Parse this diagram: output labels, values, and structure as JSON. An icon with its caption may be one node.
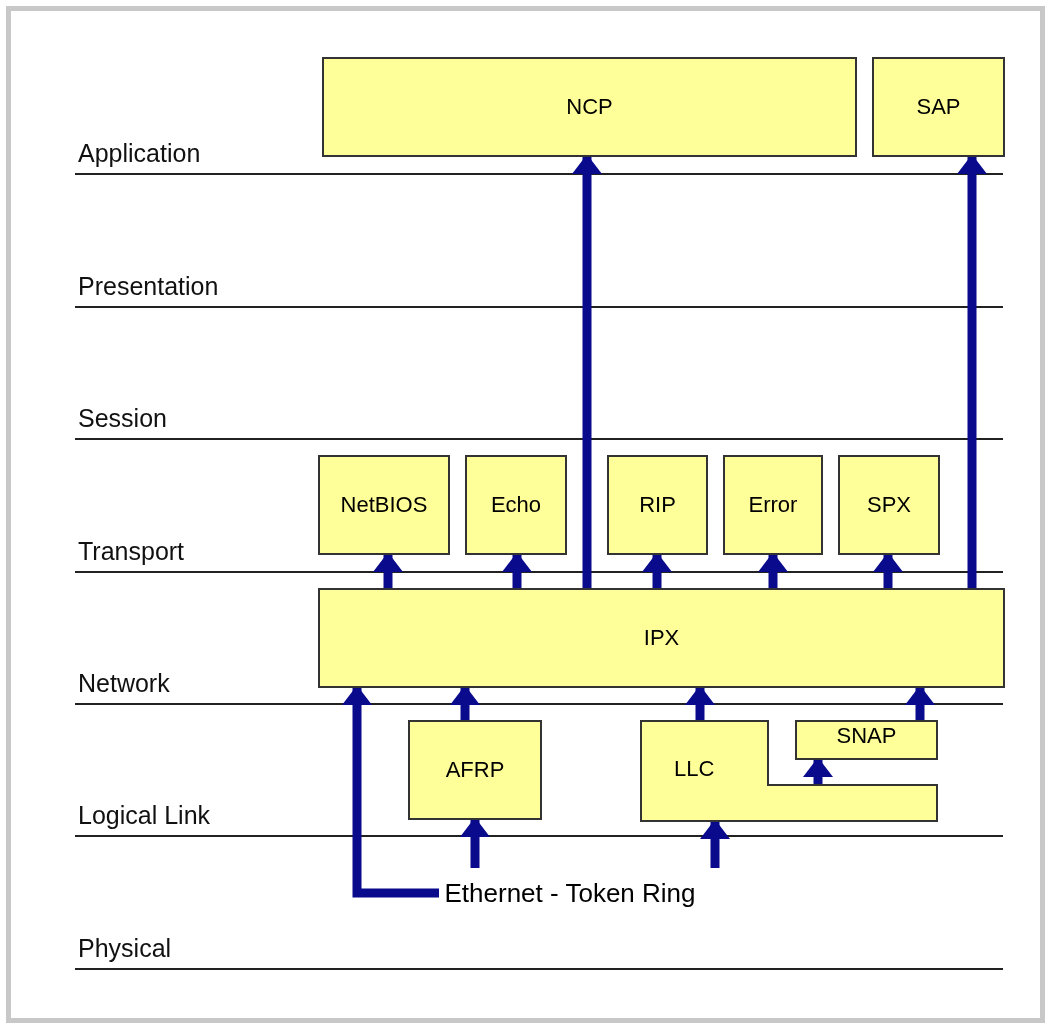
{
  "diagram": {
    "nodes": [
      {
        "text": [
          "NCP"
        ]
      },
      {
        "text": [
          "SAP"
        ]
      },
      {
        "text": [
          "NetBIOS"
        ]
      },
      {
        "text": [
          "Echo"
        ]
      },
      {
        "text": [
          "RIP"
        ]
      },
      {
        "text": [
          "Error"
        ]
      },
      {
        "text": [
          "SPX"
        ]
      },
      {
        "text": [
          "IPX"
        ]
      },
      {
        "text": [
          "AFRP"
        ]
      },
      {
        "text": [
          "LLC"
        ]
      },
      {
        "text": [
          "SNAP"
        ]
      },
      {
        "text": [
          "Ethernet - Token Ring"
        ]
      }
    ],
    "edges": [
      {
        "from": 7,
        "to": 2,
        "arrow": "to"
      },
      {
        "from": 7,
        "to": 3,
        "arrow": "to"
      },
      {
        "from": 7,
        "to": 0,
        "arrow": "to"
      },
      {
        "from": 7,
        "to": 4,
        "arrow": "to"
      },
      {
        "from": 7,
        "to": 5,
        "arrow": "to"
      },
      {
        "from": 7,
        "to": 6,
        "arrow": "to"
      },
      {
        "from": 7,
        "to": 1,
        "arrow": "to"
      },
      {
        "from": 11,
        "to": 7,
        "arrow": "to"
      },
      {
        "from": 11,
        "to": 8,
        "arrow": "to"
      },
      {
        "from": 11,
        "to": 9,
        "arrow": "to"
      },
      {
        "from": 8,
        "to": 7,
        "arrow": "to"
      },
      {
        "from": 9,
        "to": 7,
        "arrow": "to"
      },
      {
        "from": 9,
        "to": 10,
        "arrow": "to"
      },
      {
        "from": 10,
        "to": 7,
        "arrow": "to"
      }
    ],
    "labels": [
      "Application",
      "Presentation",
      "Session",
      "Transport",
      "Network",
      "Logical Link",
      "Physical"
    ]
  }
}
